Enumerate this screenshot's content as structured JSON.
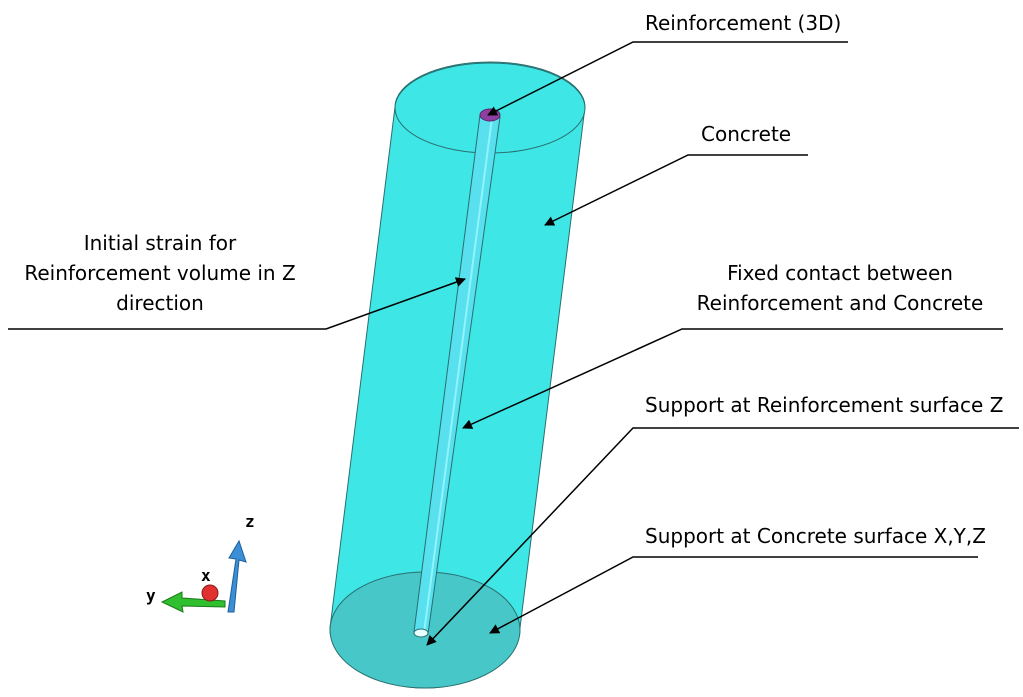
{
  "labels": {
    "reinforcement_3d": "Reinforcement (3D)",
    "concrete": "Concrete",
    "initial_strain": [
      "Initial strain for",
      "Reinforcement volume in Z",
      "direction"
    ],
    "fixed_contact": [
      "Fixed contact between",
      "Reinforcement and Concrete"
    ],
    "support_reinforcement": "Support at Reinforcement surface Z",
    "support_concrete": "Support at Concrete surface X,Y,Z"
  },
  "axes": {
    "z": "z",
    "x": "x",
    "y": "y"
  },
  "colors": {
    "concrete_fill": "#3fe6e6",
    "concrete_bottom": "#47c7c7",
    "concrete_edge": "#2a6f6f",
    "reinforcement_top": "#8e3fa0",
    "reinforcement_fill": "#58e0ef",
    "axis_z": "#3a8fd6",
    "axis_y": "#2fbf2f",
    "axis_x": "#e03030"
  }
}
